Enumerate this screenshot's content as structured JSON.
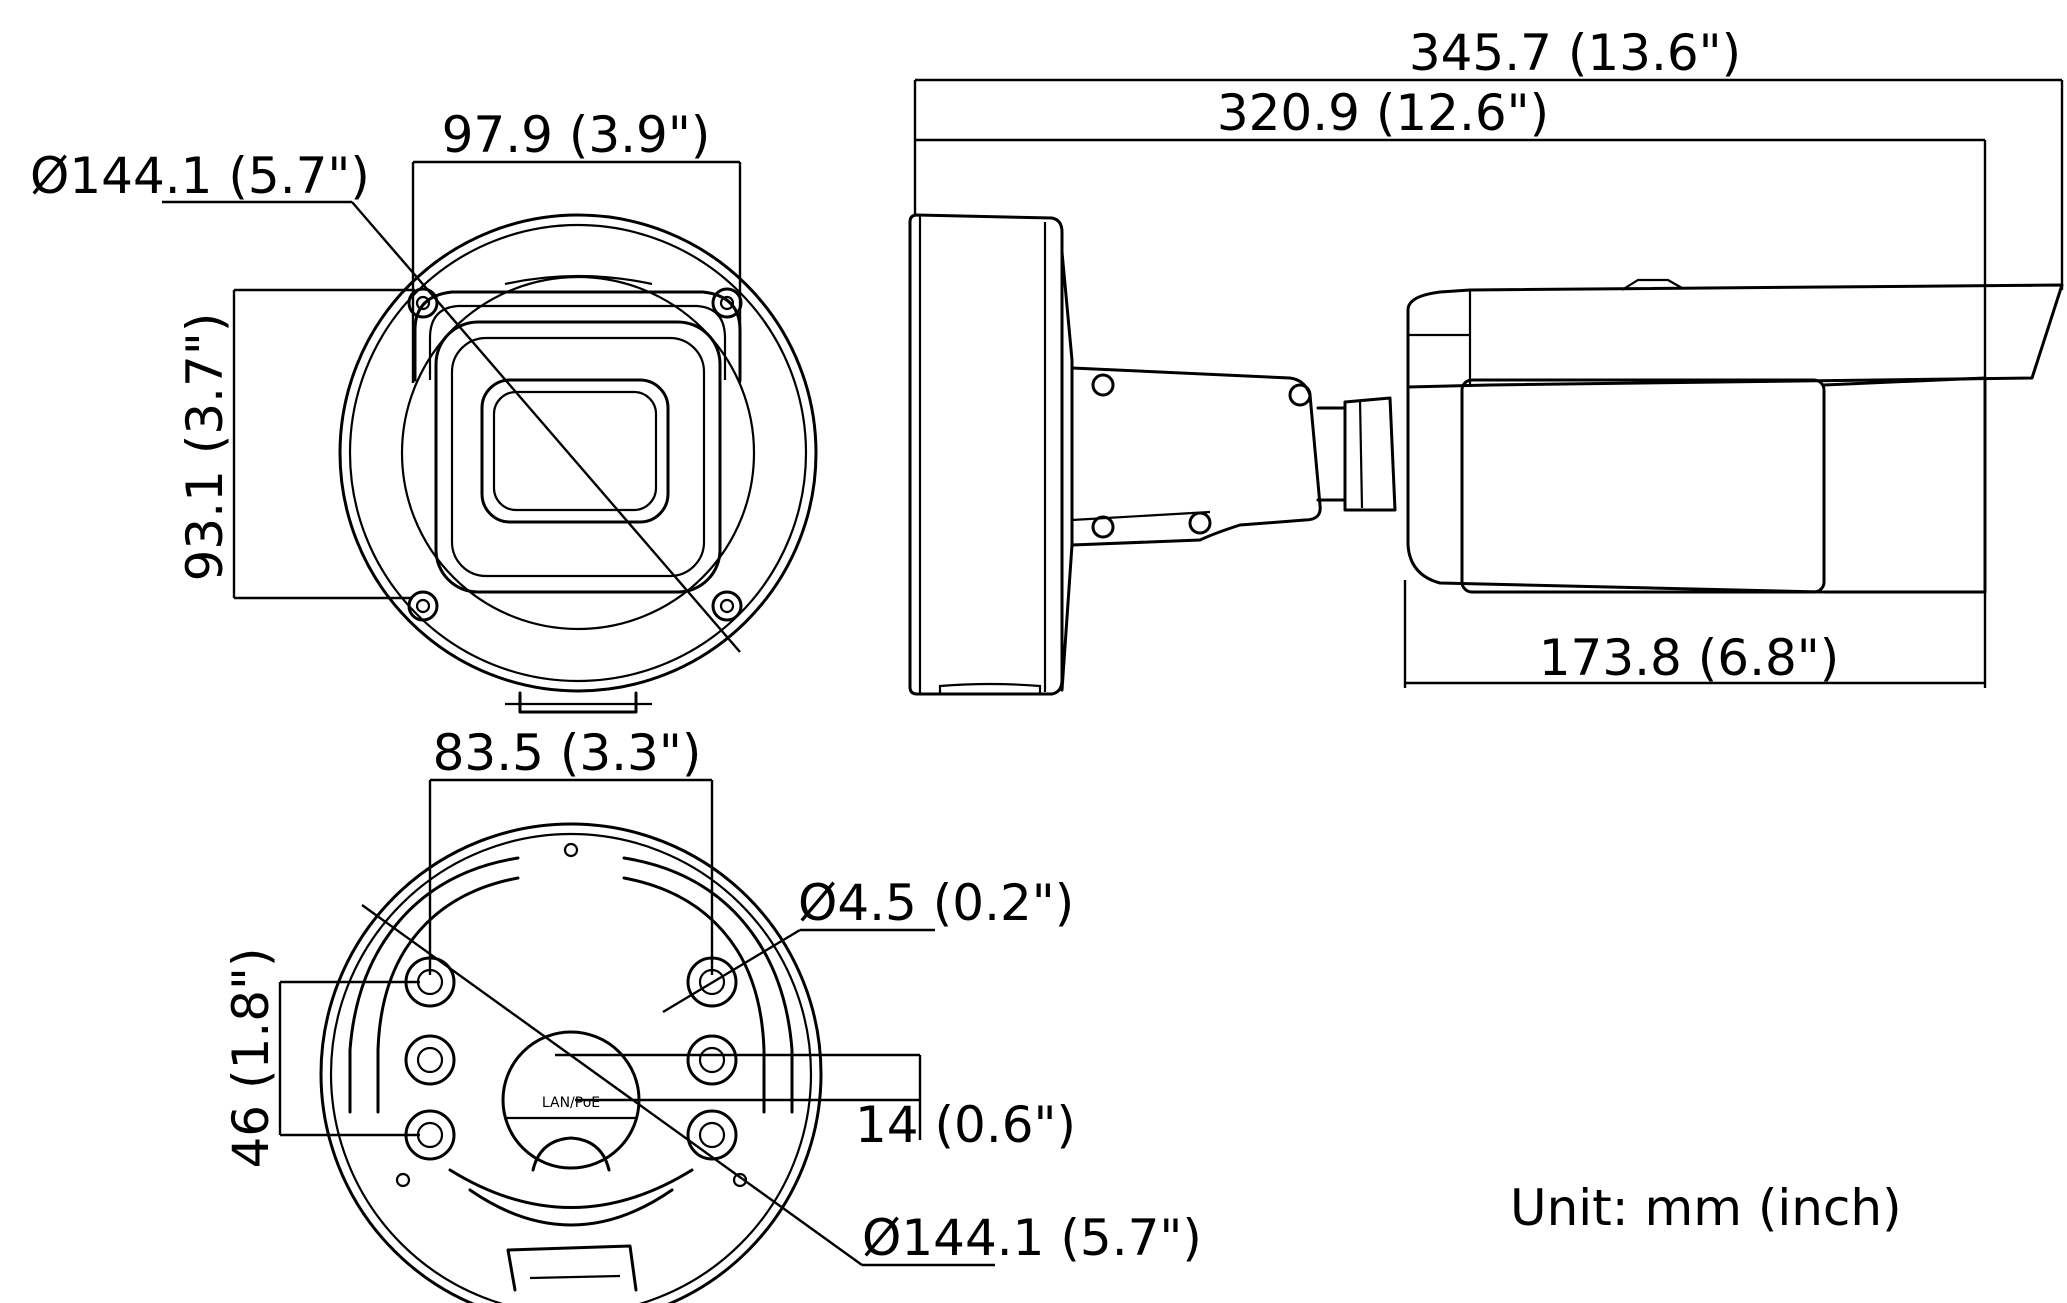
{
  "front_view": {
    "width_dim": "97.9 (3.9\")",
    "height_dim": "93.1 (3.7\")",
    "diameter_dim": "Ø144.1 (5.7\")"
  },
  "side_view": {
    "total_length_dim": "345.7 (13.6\")",
    "body_length_dim": "320.9 (12.6\")",
    "housing_length_dim": "173.8 (6.8\")"
  },
  "base_view": {
    "hole_spacing_width_dim": "83.5 (3.3\")",
    "hole_spacing_height_dim": "46 (1.8\")",
    "hole_diameter_dim": "Ø4.5 (0.2\")",
    "cable_offset_dim": "14 (0.6\")",
    "base_diameter_dim": "Ø144.1 (5.7\")",
    "base_label": "LAN/PoE"
  },
  "unit_note": "Unit: mm (inch)",
  "colors": {
    "line": "#000000",
    "background": "#ffffff"
  }
}
